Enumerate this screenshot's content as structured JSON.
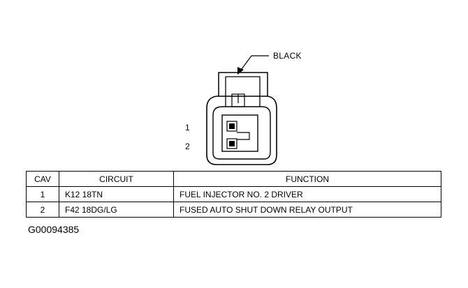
{
  "connector": {
    "color_label": "BLACK",
    "pin_labels": [
      "1",
      "2"
    ]
  },
  "table": {
    "headers": {
      "cav": "CAV",
      "circuit": "CIRCUIT",
      "function": "FUNCTION"
    },
    "rows": [
      {
        "cav": "1",
        "circuit": "K12 18TN",
        "function": "FUEL INJECTOR NO. 2 DRIVER"
      },
      {
        "cav": "2",
        "circuit": "F42 18DG/LG",
        "function": "FUSED AUTO SHUT DOWN RELAY OUTPUT"
      }
    ]
  },
  "figure_id": "G00094385"
}
